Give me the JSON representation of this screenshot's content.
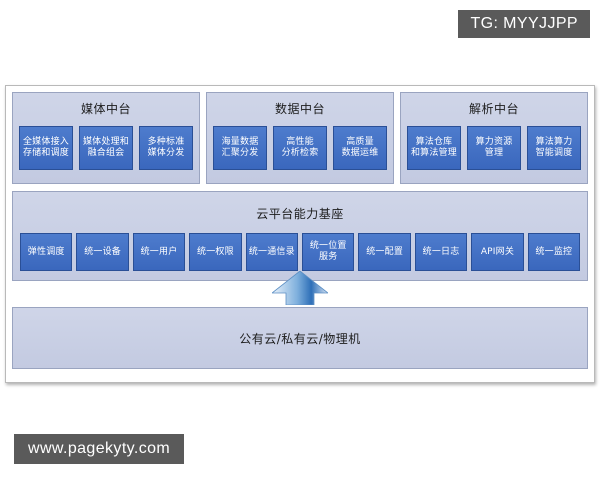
{
  "watermarks": {
    "top_right": "TG: MYYJJPP",
    "bottom_left": "www.pagekyty.com"
  },
  "colors": {
    "chip_fill": "#3f6ec4",
    "chip_border": "#2a4f96",
    "band_fill": "#c8cfe3",
    "band_border": "#9aa4c0",
    "arrow": "#2e6fb8",
    "watermark_bg": "#5a5a5a",
    "frame_border": "#b9b9b9"
  },
  "diagram": {
    "top_panels": [
      {
        "title": "媒体中台",
        "boxes": [
          {
            "line1": "全媒体接入",
            "line2": "存储和调度"
          },
          {
            "line1": "媒体处理和",
            "line2": "融合组会"
          },
          {
            "line1": "多种标准",
            "line2": "媒体分发"
          }
        ]
      },
      {
        "title": "数据中台",
        "boxes": [
          {
            "line1": "海量数据",
            "line2": "汇聚分发"
          },
          {
            "line1": "高性能",
            "line2": "分析检索"
          },
          {
            "line1": "高质量",
            "line2": "数据运维"
          }
        ]
      },
      {
        "title": "解析中台",
        "boxes": [
          {
            "line1": "算法仓库",
            "line2": "和算法管理"
          },
          {
            "line1": "算力资源",
            "line2": "管理"
          },
          {
            "line1": "算法算力",
            "line2": "智能调度"
          }
        ]
      }
    ],
    "base": {
      "title": "云平台能力基座",
      "capabilities": [
        {
          "line1": "弹性调度",
          "line2": ""
        },
        {
          "line1": "统一设备",
          "line2": ""
        },
        {
          "line1": "统一用户",
          "line2": ""
        },
        {
          "line1": "统一权限",
          "line2": ""
        },
        {
          "line1": "统一通信录",
          "line2": ""
        },
        {
          "line1": "统一位置",
          "line2": "服务"
        },
        {
          "line1": "统一配置",
          "line2": ""
        },
        {
          "line1": "统一日志",
          "line2": ""
        },
        {
          "line1": "API网关",
          "line2": ""
        },
        {
          "line1": "统一监控",
          "line2": ""
        }
      ]
    },
    "arrow_icon": "up-arrow-icon",
    "infrastructure": {
      "label": "公有云/私有云/物理机"
    }
  }
}
